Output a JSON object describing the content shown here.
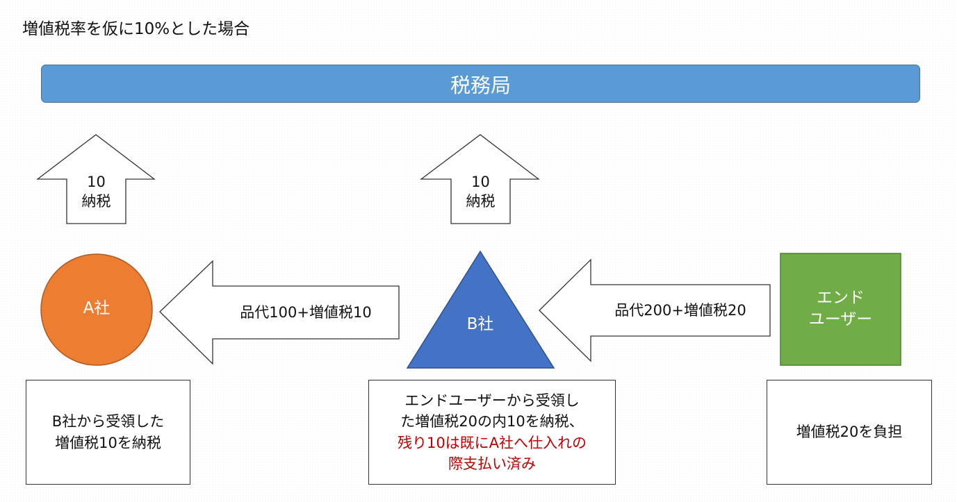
{
  "title": "増値税率を仮に10%とした場合",
  "tax_bureau": {
    "label": "税務局"
  },
  "up_arrows": [
    {
      "amount": "10",
      "label": "納税"
    },
    {
      "amount": "10",
      "label": "納税"
    }
  ],
  "entities": {
    "company_a": {
      "label": "A社",
      "color": "#ed7d31"
    },
    "company_b": {
      "label": "B社",
      "color": "#4472c4"
    },
    "end_user": {
      "line1": "エンド",
      "line2": "ユーザー",
      "color": "#70ad47"
    }
  },
  "flow_arrows": [
    {
      "label": "品代100+増値税10"
    },
    {
      "label": "品代200+増値税20"
    }
  ],
  "notes": {
    "company_a": {
      "line1": "B社から受領した",
      "line2": "増値税10を納税"
    },
    "company_b": {
      "line1": "エンドユーザーから受領し",
      "line2": "た増値税20の内10を納税、",
      "line3": "残り10は既にA社へ仕入れの",
      "line4": "際支払い済み",
      "highlight_color": "#c00000"
    },
    "end_user": {
      "line1": "増値税20を負担"
    }
  }
}
